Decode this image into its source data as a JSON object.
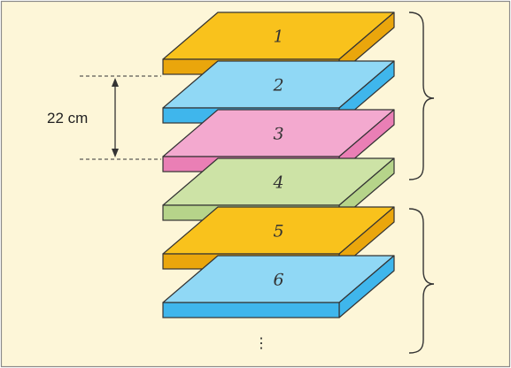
{
  "colors": {
    "background": "#fdf6d8",
    "frame": "#8a8a8a",
    "outline": "#333333",
    "orange_top": "#f9c21c",
    "orange_side": "#eaa60c",
    "blue_top": "#90d8f5",
    "blue_side": "#3fb6ec",
    "pink_top": "#f3a9cf",
    "pink_side": "#ea7fb5",
    "green_top": "#cde3a6",
    "green_side": "#b6d48a"
  },
  "slabs": [
    {
      "number": "1",
      "color": "orange"
    },
    {
      "number": "2",
      "color": "blue"
    },
    {
      "number": "3",
      "color": "pink"
    },
    {
      "number": "4",
      "color": "green"
    },
    {
      "number": "5",
      "color": "orange"
    },
    {
      "number": "6",
      "color": "blue"
    }
  ],
  "measurement": {
    "label": "22 cm"
  },
  "continuation": "⋮"
}
